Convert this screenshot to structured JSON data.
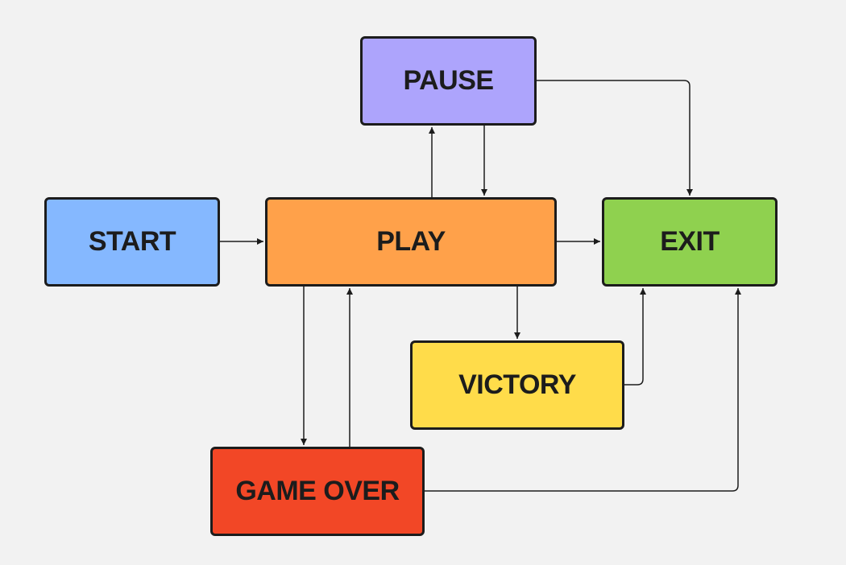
{
  "diagram": {
    "nodes": [
      {
        "id": "pause",
        "label": "PAUSE",
        "color": "#ada4fc"
      },
      {
        "id": "start",
        "label": "START",
        "color": "#85b8ff"
      },
      {
        "id": "play",
        "label": "PLAY",
        "color": "#ffa14a"
      },
      {
        "id": "exit",
        "label": "EXIT",
        "color": "#8fd14f"
      },
      {
        "id": "victory",
        "label": "VICTORY",
        "color": "#ffdc4a"
      },
      {
        "id": "gameover",
        "label": "GAME OVER",
        "color": "#f24726"
      }
    ],
    "edges": [
      {
        "from": "start",
        "to": "play"
      },
      {
        "from": "play",
        "to": "pause"
      },
      {
        "from": "pause",
        "to": "play"
      },
      {
        "from": "pause",
        "to": "exit"
      },
      {
        "from": "play",
        "to": "exit"
      },
      {
        "from": "play",
        "to": "victory"
      },
      {
        "from": "victory",
        "to": "exit"
      },
      {
        "from": "play",
        "to": "gameover"
      },
      {
        "from": "gameover",
        "to": "play"
      },
      {
        "from": "gameover",
        "to": "exit"
      }
    ],
    "line_color": "#1c1c1c"
  }
}
